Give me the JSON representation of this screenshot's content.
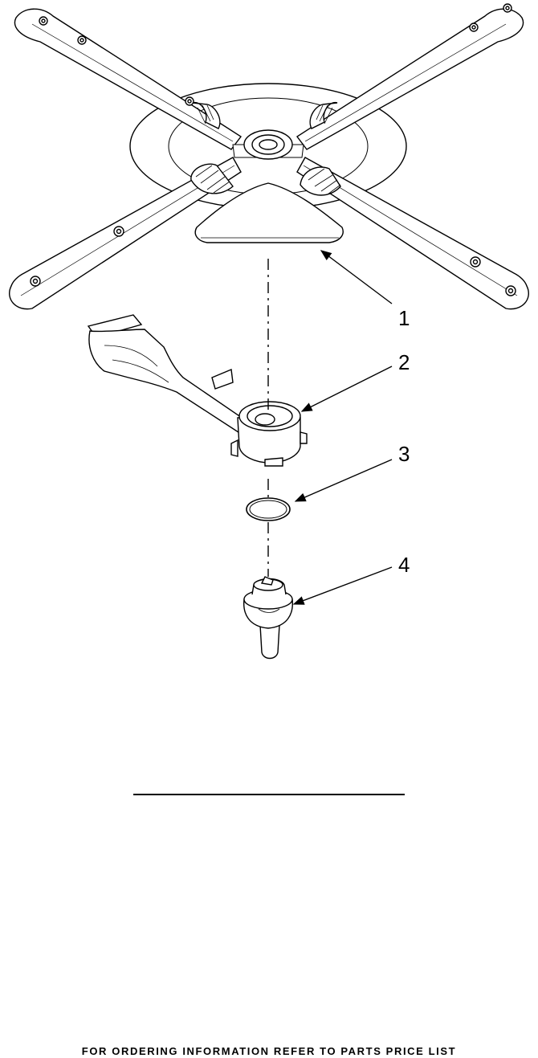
{
  "callouts": [
    {
      "id": "1",
      "label": "1"
    },
    {
      "id": "2",
      "label": "2"
    },
    {
      "id": "3",
      "label": "3"
    },
    {
      "id": "4",
      "label": "4"
    }
  ],
  "footer": {
    "text": "FOR ORDERING INFORMATION REFER TO PARTS PRICE LIST"
  }
}
